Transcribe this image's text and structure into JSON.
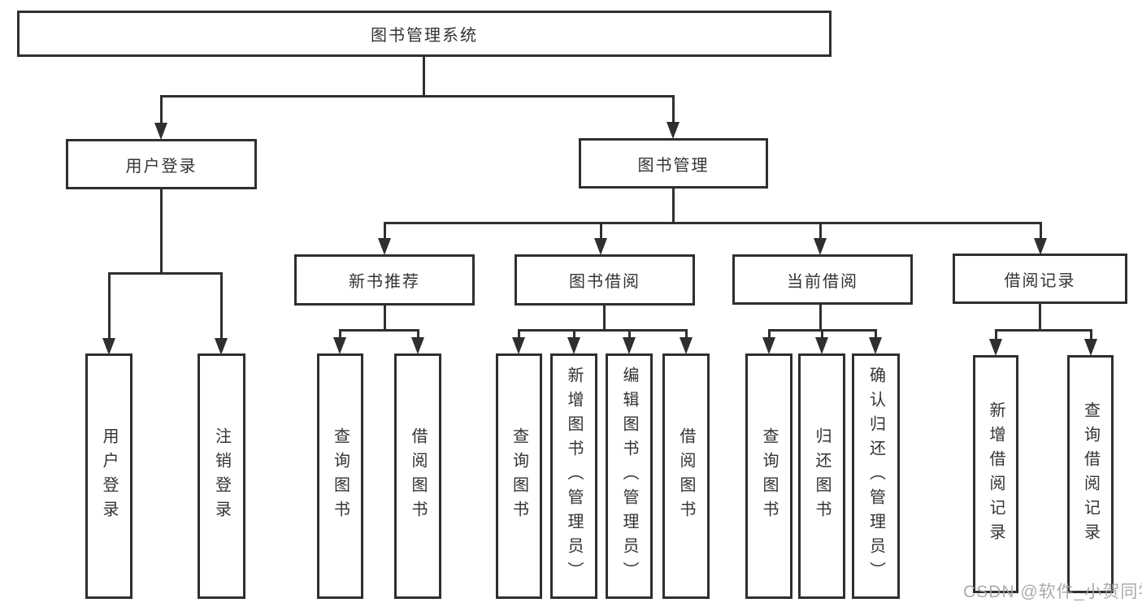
{
  "title": "图书管理系统",
  "nodes": {
    "root": "图书管理系统",
    "level2": [
      "用户登录",
      "图书管理"
    ],
    "level3": [
      "新书推荐",
      "图书借阅",
      "当前借阅",
      "借阅记录"
    ],
    "leaves": {
      "login": [
        "用户登录",
        "注销登录"
      ],
      "recommend": [
        "查询图书",
        "借阅图书"
      ],
      "borrow": [
        "查询图书",
        "新增图书（管理员）",
        "编辑图书（管理员）",
        "借阅图书"
      ],
      "current": [
        "查询图书",
        "归还图书",
        "确认归还（管理员）"
      ],
      "records": [
        "新增借阅记录",
        "查询借阅记录"
      ]
    }
  },
  "watermark": "CSDN @软件_小贺同学",
  "colors": {
    "line": "#2f2f2f",
    "text": "#333333",
    "background": "#ffffff",
    "watermark": "#a3a3a3"
  }
}
